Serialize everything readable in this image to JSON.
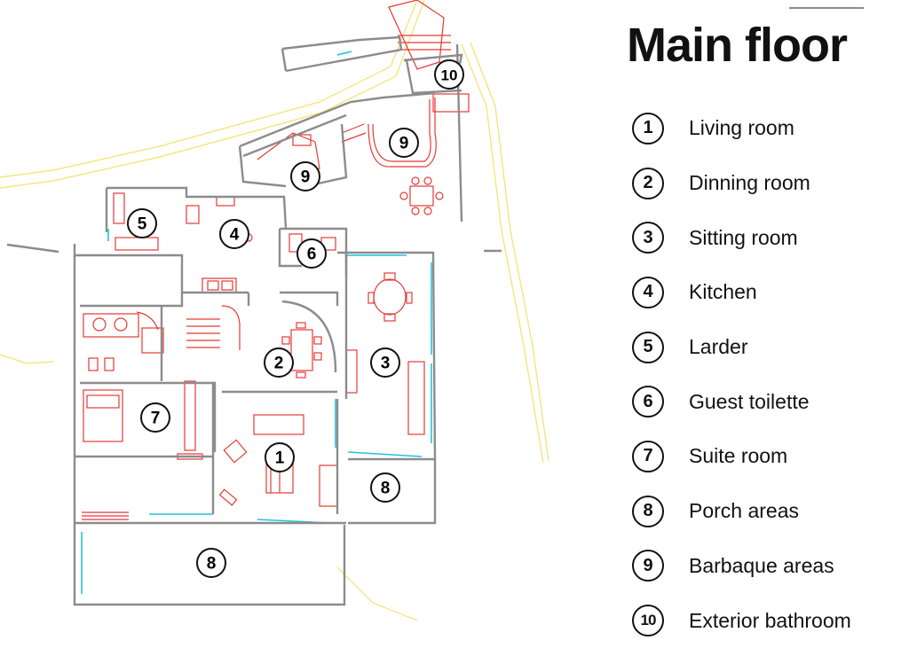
{
  "title": "Main floor",
  "colors": {
    "wall": "#8c8c8c",
    "furniture": "#e53935",
    "glazing": "#22c4d8",
    "terrain": "#f2e36a",
    "ink": "#111111"
  },
  "legend": [
    {
      "number": "1",
      "label": "Living room"
    },
    {
      "number": "2",
      "label": "Dinning room"
    },
    {
      "number": "3",
      "label": "Sitting room"
    },
    {
      "number": "4",
      "label": "Kitchen"
    },
    {
      "number": "5",
      "label": "Larder"
    },
    {
      "number": "6",
      "label": "Guest toilette"
    },
    {
      "number": "7",
      "label": "Suite room"
    },
    {
      "number": "8",
      "label": "Porch areas"
    },
    {
      "number": "9",
      "label": "Barbaque areas"
    },
    {
      "number": "10",
      "label": "Exterior bathroom"
    }
  ],
  "plan_markers": [
    {
      "number": "10"
    },
    {
      "number": "9"
    },
    {
      "number": "9"
    },
    {
      "number": "5"
    },
    {
      "number": "4"
    },
    {
      "number": "6"
    },
    {
      "number": "2"
    },
    {
      "number": "3"
    },
    {
      "number": "7"
    },
    {
      "number": "1"
    },
    {
      "number": "8"
    },
    {
      "number": "8"
    }
  ]
}
